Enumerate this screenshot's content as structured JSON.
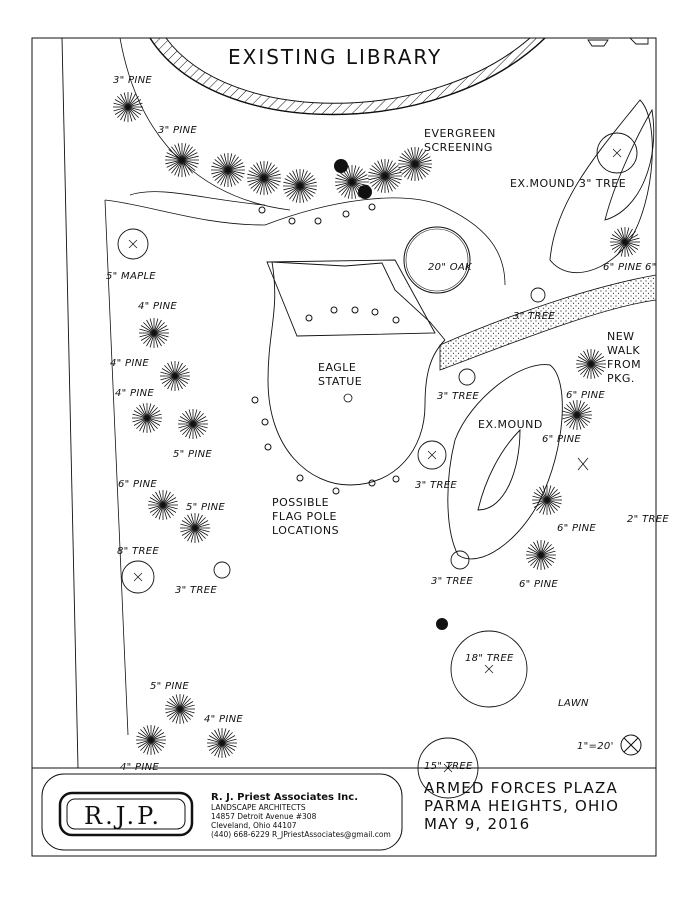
{
  "plan": {
    "building": "EXISTING LIBRARY",
    "features": {
      "evergreen": "EVERGREEN\nSCREENING",
      "oak": "20\" OAK",
      "eagle": "EAGLE\nSTATUE",
      "flag": "POSSIBLE\nFLAG POLE\nLOCATIONS",
      "walk": "NEW\nWALK\nFROM\nPKG.",
      "exmound_top": "EX.MOUND 3\" TREE",
      "exmound": "EX.MOUND",
      "lawn": "LAWN",
      "scale": "1\"=20'"
    },
    "tree_labels": [
      "3\" PINE",
      "3\" PINE",
      "5\" MAPLE",
      "4\" PINE",
      "4\" PINE",
      "4\" PINE",
      "5\" PINE",
      "6\" PINE",
      "5\" PINE",
      "8\" TREE",
      "3\" TREE",
      "5\" PINE",
      "4\" PINE",
      "4\" PINE",
      "3\" TREE",
      "3\" TREE",
      "3\" TREE",
      "3\" TREE",
      "6\" PINE",
      "6\" PINE",
      "6\" PINE",
      "6\" PINE",
      "6\" PINE",
      "2\" TREE",
      "18\" TREE",
      "15\" TREE",
      "6\""
    ]
  },
  "title_block": {
    "logo": "R.J.P.",
    "firm_name": "R. J. Priest Associates Inc.",
    "firm_lines": [
      "LANDSCAPE ARCHITECTS",
      "14857 Detroit Avenue #308",
      "Cleveland, Ohio 44107",
      "(440) 668-6229   R_JPriestAssociates@gmail.com"
    ],
    "project_lines": [
      "ARMED FORCES PLAZA",
      "PARMA HEIGHTS, OHIO",
      "MAY 9, 2016"
    ]
  }
}
